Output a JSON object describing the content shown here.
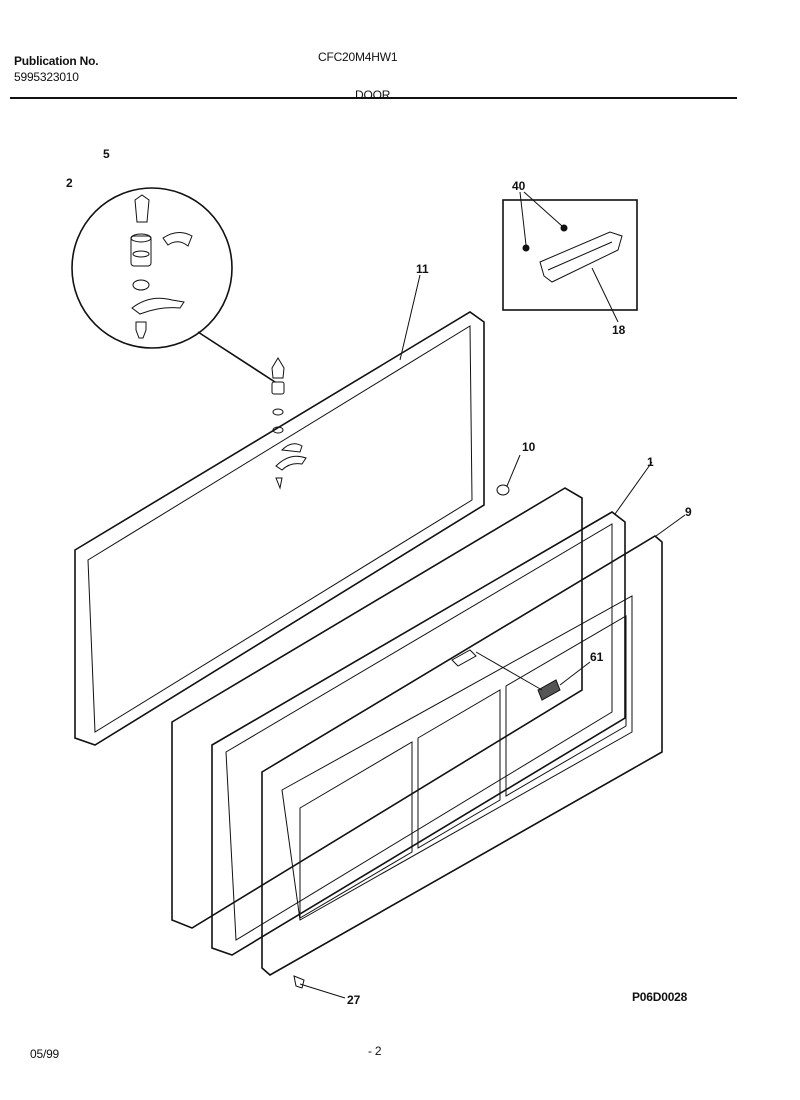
{
  "header": {
    "publication_label": "Publication No.",
    "publication_number": "5995323010",
    "model": "CFC20M4HW1",
    "section": "DOOR"
  },
  "diagram": {
    "callouts": [
      "5",
      "2",
      "40",
      "11",
      "18",
      "10",
      "1",
      "9",
      "61",
      "27"
    ],
    "drawing_code": "P06D0028"
  },
  "footer": {
    "date": "05/99",
    "page": "- 2"
  }
}
